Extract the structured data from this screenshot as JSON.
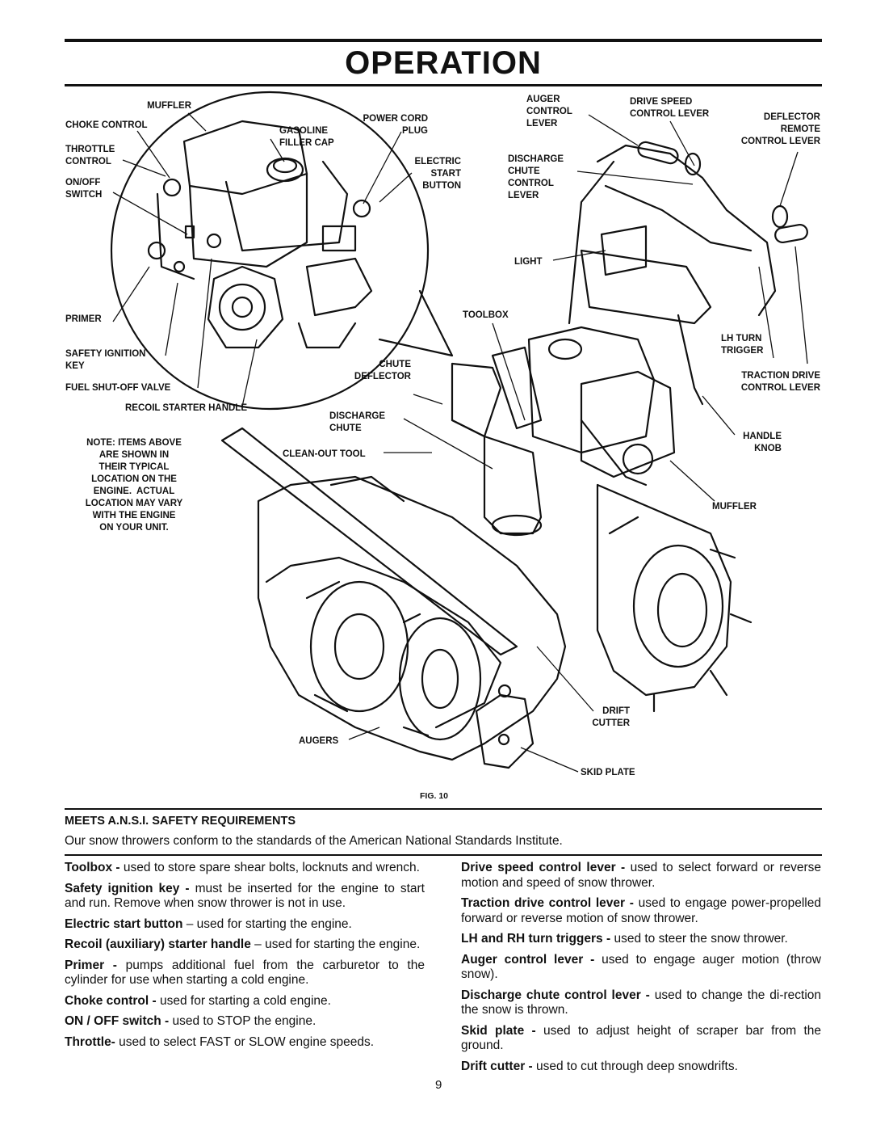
{
  "page": {
    "title": "OPERATION",
    "page_number": "9"
  },
  "figure": {
    "caption": "FIG. 10",
    "labels": {
      "muffler_engine": "MUFFLER",
      "choke_control": "CHOKE CONTROL",
      "throttle_control": "THROTTLE\nCONTROL",
      "on_off_switch": "ON/OFF\nSWITCH",
      "gasoline_filler_cap": "GASOLINE\nFILLER CAP",
      "power_cord_plug": "POWER CORD\nPLUG",
      "electric_start_button": "ELECTRIC\nSTART\nBUTTON",
      "primer": "PRIMER",
      "safety_ignition_key": "SAFETY IGNITION\nKEY",
      "fuel_shutoff_valve": "FUEL SHUT-OFF VALVE",
      "recoil_starter_handle": "RECOIL STARTER HANDLE",
      "note": "NOTE: ITEMS ABOVE\nARE SHOWN IN\nTHEIR TYPICAL\nLOCATION ON THE\nENGINE.  ACTUAL\nLOCATION MAY VARY\nWITH THE ENGINE\nON YOUR UNIT.",
      "auger_control_lever": "AUGER\nCONTROL\nLEVER",
      "drive_speed_control_lever": "DRIVE SPEED\nCONTROL LEVER",
      "deflector_remote_control_lever": "DEFLECTOR\nREMOTE\nCONTROL LEVER",
      "discharge_chute_control_lever": "DISCHARGE\nCHUTE\nCONTROL\nLEVER",
      "light": "LIGHT",
      "toolbox": "TOOLBOX",
      "lh_turn_trigger": "LH TURN\nTRIGGER",
      "chute_deflector": "CHUTE\nDEFLECTOR",
      "traction_drive_control_lever": "TRACTION DRIVE\nCONTROL LEVER",
      "discharge_chute": "DISCHARGE\nCHUTE",
      "handle_knob": "HANDLE\nKNOB",
      "clean_out_tool": "CLEAN-OUT TOOL",
      "muffler_unit": "MUFFLER",
      "drift_cutter": "DRIFT\nCUTTER",
      "augers": "AUGERS",
      "skid_plate": "SKID PLATE"
    }
  },
  "ansi": {
    "heading": "MEETS A.N.S.I. SAFETY REQUIREMENTS",
    "text": "Our snow throwers conform to the standards of the American National Standards Institute."
  },
  "left_column": [
    {
      "term": "Toolbox -",
      "desc": " used to store spare shear bolts, locknuts and wrench."
    },
    {
      "term": "Safety ignition key -",
      "desc": " must be inserted for the engine to start and run.  Remove when snow thrower is not in use."
    },
    {
      "term": "Electric start button",
      "desc": " – used for starting the engine."
    },
    {
      "term": "Recoil (auxiliary) starter handle",
      "desc": " – used for starting the engine."
    },
    {
      "term": "Primer -",
      "desc": " pumps additional fuel from the carburetor to the cylinder for use when starting a cold engine."
    },
    {
      "term": "Choke control -",
      "desc": " used for starting a cold engine."
    },
    {
      "term": "ON / OFF switch -",
      "desc": " used to STOP the engine."
    },
    {
      "term": "Throttle-",
      "desc": " used to select FAST or SLOW engine speeds."
    }
  ],
  "right_column": [
    {
      "term": "Drive speed control lever -",
      "desc": " used to select forward or reverse motion and speed of snow thrower."
    },
    {
      "term": "Traction drive control lever -",
      "desc": " used to engage power-propelled forward or reverse motion of snow thrower."
    },
    {
      "term": "LH and RH turn triggers -",
      "desc": " used to steer the snow thrower."
    },
    {
      "term": "Auger control lever -",
      "desc": " used to engage auger motion (throw snow)."
    },
    {
      "term": "Discharge chute control lever -",
      "desc": " used to change the di-rection the snow is thrown."
    },
    {
      "term": "Skid plate -",
      "desc": " used to adjust height of scraper bar from the ground."
    },
    {
      "term": "Drift cutter -",
      "desc": " used to cut through deep snowdrifts."
    }
  ]
}
